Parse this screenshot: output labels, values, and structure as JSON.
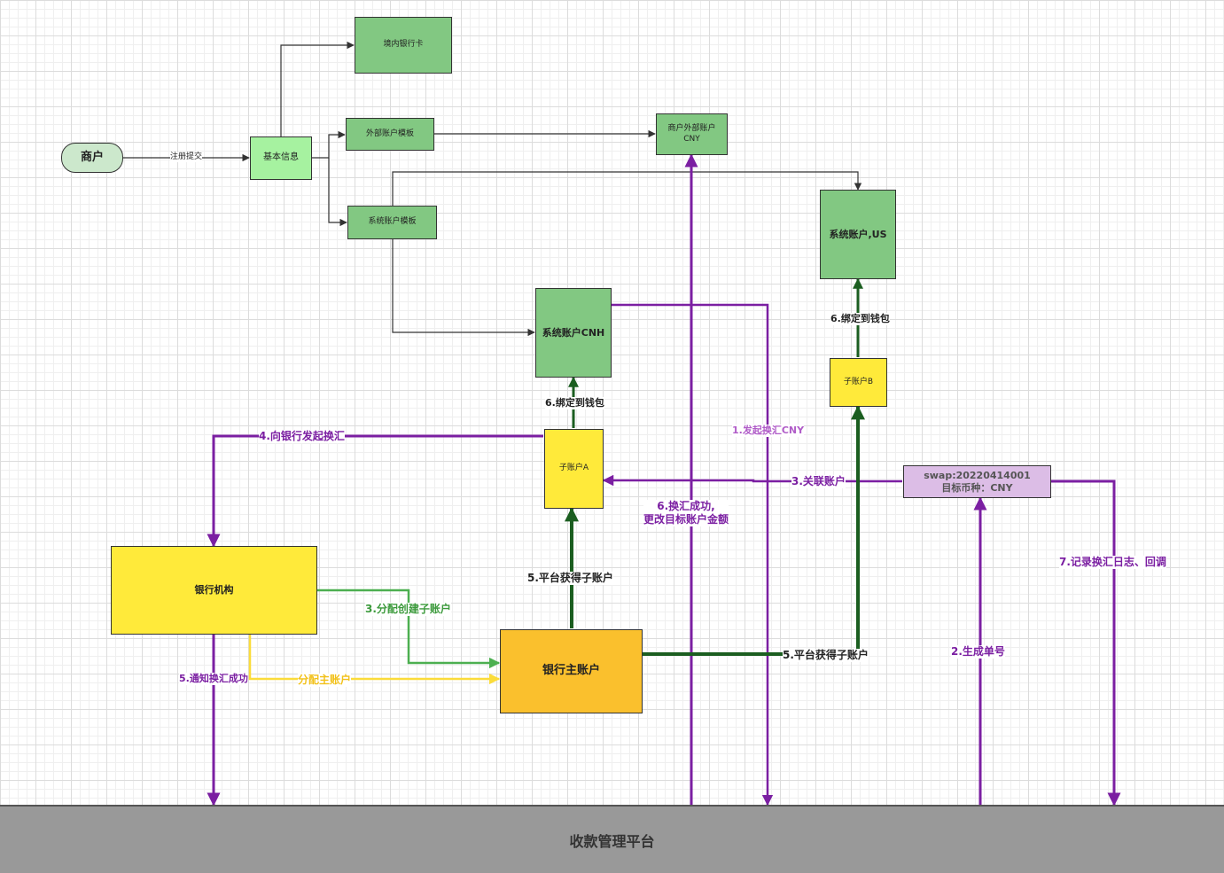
{
  "nodes": {
    "merchant": "商户",
    "basic_info": "基本信息",
    "domestic_card": "境内银行卡",
    "external_template": "外部账户模板",
    "merchant_external": "商户外部账户\nCNY",
    "system_template": "系统账户模板",
    "system_us": "系统账户,US",
    "system_cnh": "系统账户CNH",
    "sub_account_a": "子账户A",
    "sub_account_b": "子账户B",
    "swap": "swap:20220414001\n目标币种：CNY",
    "bank_institution": "银行机构",
    "bank_main": "银行主账户",
    "platform": "收款管理平台"
  },
  "edge_labels": {
    "register": "注册提交",
    "bind_wallet_a": "6.绑定到钱包",
    "bind_wallet_b": "6.绑定到钱包",
    "initiate_exchange": "1.发起换汇CNY",
    "request_bank": "4.向银行发起换汇",
    "link_account": "3.关联账户",
    "exchange_success": "6.换汇成功,\n更改目标账户金额",
    "record_log": "7.记录换汇日志、回调",
    "platform_get_sub_a": "5.平台获得子账户",
    "platform_get_sub_b": "5.平台获得子账户",
    "allocate_sub": "3.分配创建子账户",
    "notify_success": "5.通知换汇成功",
    "allocate_main": "分配主账户",
    "generate_no": "2.生成单号"
  },
  "colors": {
    "dark_green": "#1b5e20",
    "green": "#4caf50",
    "purple": "#7b1fa2",
    "yellow": "#fbdc3a",
    "connector": "#333333"
  }
}
